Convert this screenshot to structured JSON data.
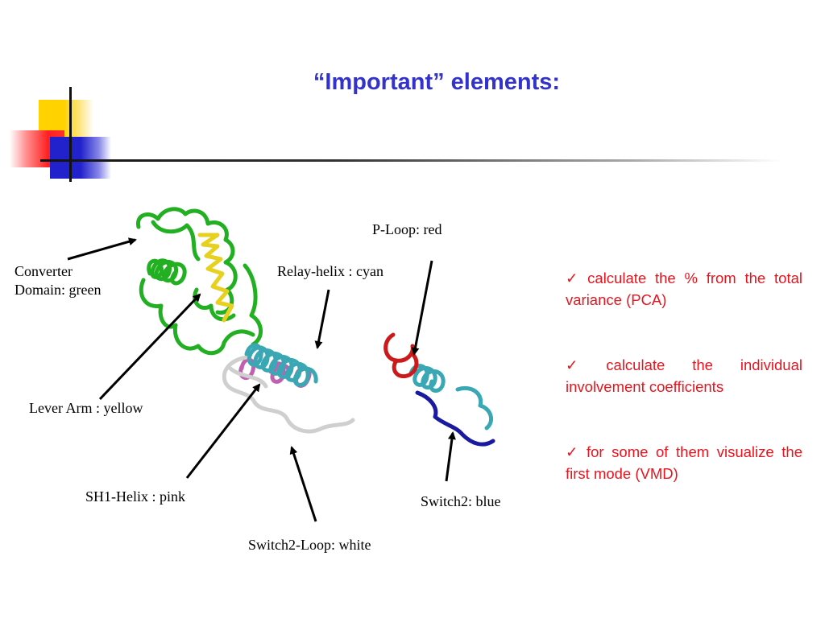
{
  "slide": {
    "title": "“Important” elements:"
  },
  "labels": {
    "converter_line1": "Converter",
    "converter_line2": "Domain: green",
    "relay_helix": "Relay-helix : cyan",
    "p_loop": "P-Loop: red",
    "lever_arm": "Lever Arm : yellow",
    "sh1_helix": "SH1-Helix : pink",
    "switch2_loop": "Switch2-Loop: white",
    "switch2": "Switch2: blue"
  },
  "bullets": [
    {
      "check": "✓",
      "text": "calculate the % from the total variance (PCA)"
    },
    {
      "check": "✓",
      "text": "calculate the individual involvement coefficients"
    },
    {
      "check": "✓",
      "text": "for some of them visualize the first mode (VMD)"
    }
  ],
  "colors": {
    "title": "#3333cc",
    "bullets": "#e8141e",
    "converter_domain": "#22b022",
    "lever_arm": "#e6d020",
    "relay_helix": "#3aa8b4",
    "p_loop": "#cc1a1a",
    "sh1_helix": "#c060b0",
    "switch2_loop": "#d8d8d8",
    "switch2": "#1a1aa0"
  }
}
